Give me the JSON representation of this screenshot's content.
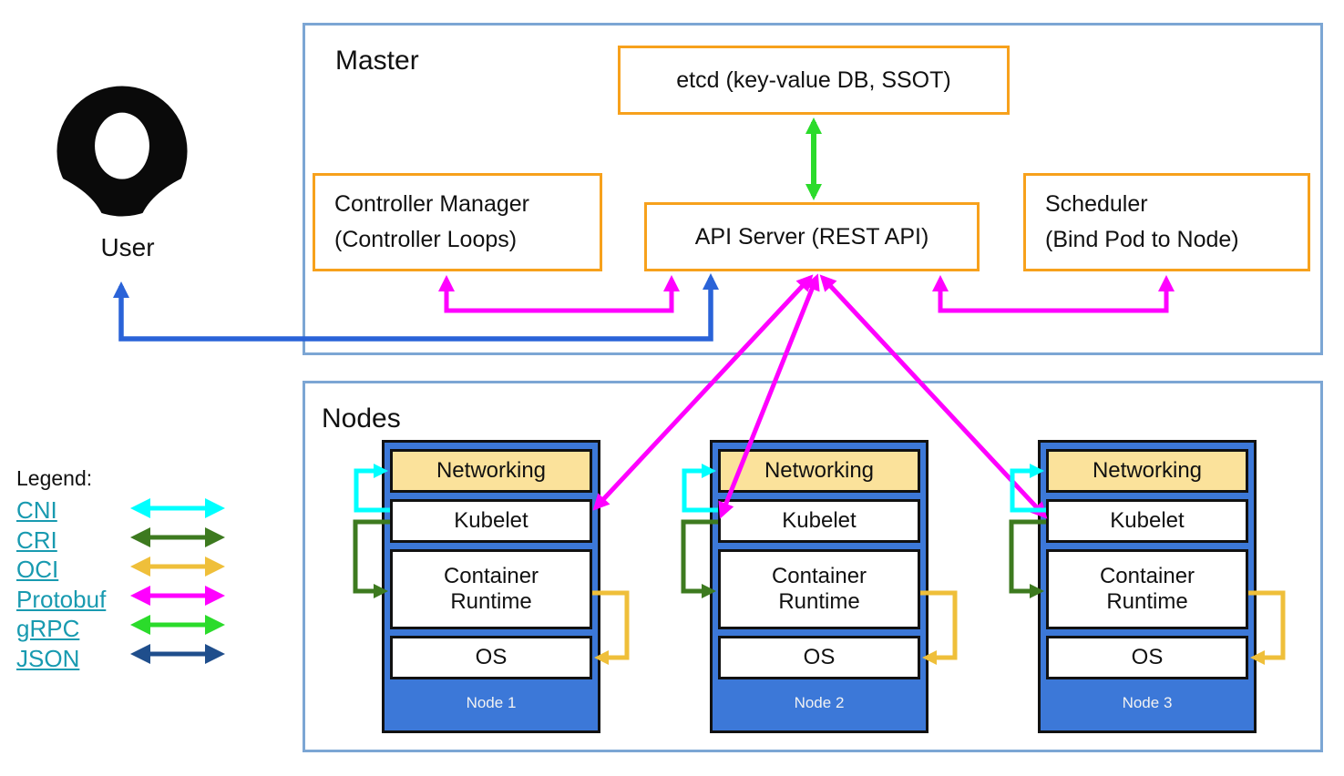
{
  "colors": {
    "section_border": "#7CA6D4",
    "component_border": "#F7A11C",
    "node_fill": "#3C78D8",
    "networking_fill": "#FBE29B",
    "legend_link_text": "#189AB0",
    "cni": "#00FFFF",
    "cri": "#3D7A1F",
    "oci": "#EFBF3A",
    "protobuf": "#FF00FF",
    "grpc": "#2BDB2B",
    "json": "#1F4E8C",
    "user_arrow": "#2A63D8"
  },
  "user": {
    "label": "User"
  },
  "master": {
    "title": "Master",
    "etcd_label": "etcd (key-value DB, SSOT)",
    "controller_manager_line1": "Controller Manager",
    "controller_manager_line2": "(Controller Loops)",
    "api_server_label": "API Server (REST API)",
    "scheduler_line1": "Scheduler",
    "scheduler_line2": "(Bind Pod to Node)"
  },
  "nodes_section": {
    "title": "Nodes",
    "nodes": [
      {
        "name": "Node 1",
        "layers": [
          "Networking",
          "Kubelet",
          "Container Runtime",
          "OS"
        ]
      },
      {
        "name": "Node 2",
        "layers": [
          "Networking",
          "Kubelet",
          "Container Runtime",
          "OS"
        ]
      },
      {
        "name": "Node 3",
        "layers": [
          "Networking",
          "Kubelet",
          "Container Runtime",
          "OS"
        ]
      }
    ]
  },
  "legend": {
    "title": "Legend:",
    "items": [
      {
        "label": "CNI",
        "color": "#00FFFF"
      },
      {
        "label": "CRI",
        "color": "#3D7A1F"
      },
      {
        "label": "OCI",
        "color": "#EFBF3A"
      },
      {
        "label": "Protobuf",
        "color": "#FF00FF"
      },
      {
        "label": "gRPC",
        "color": "#2BDB2B"
      },
      {
        "label": "JSON",
        "color": "#1F4E8C"
      }
    ]
  }
}
